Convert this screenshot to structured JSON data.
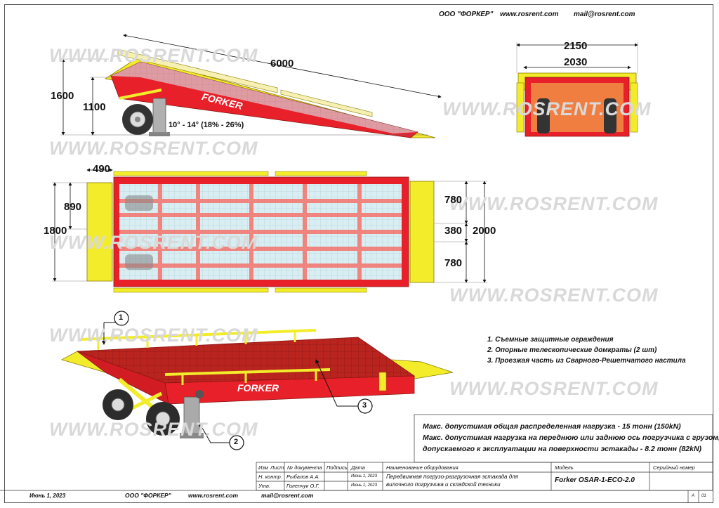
{
  "header": {
    "company": "ООО \"ФОРКЕР\"",
    "site": "www.rosrent.com",
    "email": "mail@rosrent.com"
  },
  "watermark": "WWW.ROSRENT.COM",
  "brand": "FORKER",
  "dims": {
    "length": "6000",
    "h1600": "1600",
    "h1100": "1100",
    "angle": "10° - 14° (18% - 26%)",
    "w2150": "2150",
    "w2030": "2030",
    "d490": "490",
    "d890": "890",
    "d1800": "1800",
    "d780a": "780",
    "d380": "380",
    "d780b": "780",
    "d2000": "2000"
  },
  "callouts": [
    "1",
    "2",
    "3"
  ],
  "notes": [
    "1. Съемные защитные ограждения",
    "2. Опорные телескопические домкраты (2 шт)",
    "3. Проезжая часть из Сварного-Решетчатого настила"
  ],
  "specs": [
    "Макс.  допустимая общая распределенная нагрузка - 15 тонн (150kN)",
    "Макс.  допустимая  нагрузка на переднюю или заднюю ось погрузчика с грузом,",
    "допускаемого к эксплуатации на поверхности эстакады - 8.2 тонн (82kN)"
  ],
  "title_block": {
    "izm": "Изм",
    "list": "Лист",
    "doc_no": "№ документа",
    "sign": "Подпись",
    "date": "Дата",
    "n_kontr": "Н. контр.",
    "utv": "Утв.",
    "person1": "Рыбалов А.А.",
    "person2": "Голенчук О.Г.",
    "date1": "Июнь 1, 2023",
    "date2": "Июнь 1, 2023",
    "equip_head": "Наименование оборудования",
    "equip_line1": "Передвижная погрузо-разгрузочная эстакада для",
    "equip_line2": "вилочного погрузчика и складской техники",
    "model_head": "Модель",
    "model": "Forker OSAR-1-ECO-2.0",
    "serial_head": "Серийный номер",
    "sheet_a": "А",
    "sheet_no": "01"
  },
  "footer": {
    "date": "Июнь 1, 2023",
    "company": "ООО \"ФОРКЕР\"",
    "site": "www.rosrent.com",
    "email": "mail@rosrent.com"
  },
  "colors": {
    "red": "#e8202a",
    "yellow": "#f2ec2a",
    "mesh": "#cfe4ea"
  }
}
